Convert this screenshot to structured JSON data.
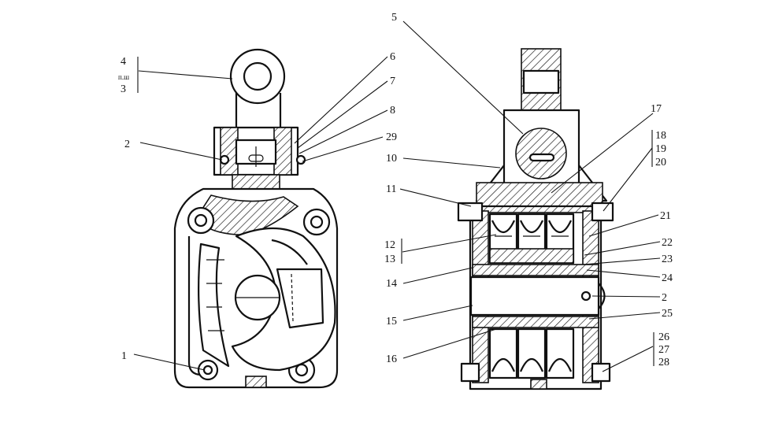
{
  "labels": {
    "l4": "4",
    "l_nm": "п.ш",
    "l3": "3",
    "l2_left": "2",
    "l1": "1",
    "l6": "6",
    "l7": "7",
    "l8": "8",
    "l29": "29",
    "l5": "5",
    "l17": "17",
    "l18": "18",
    "l19": "19",
    "l20": "20",
    "l10": "10",
    "l11": "11",
    "l21": "21",
    "l12": "12",
    "l13": "13",
    "l22": "22",
    "l23": "23",
    "l14": "14",
    "l24": "24",
    "l2_right": "2",
    "l15": "15",
    "l25": "25",
    "l16": "16",
    "l26": "26",
    "l27": "27",
    "l28": "28"
  }
}
